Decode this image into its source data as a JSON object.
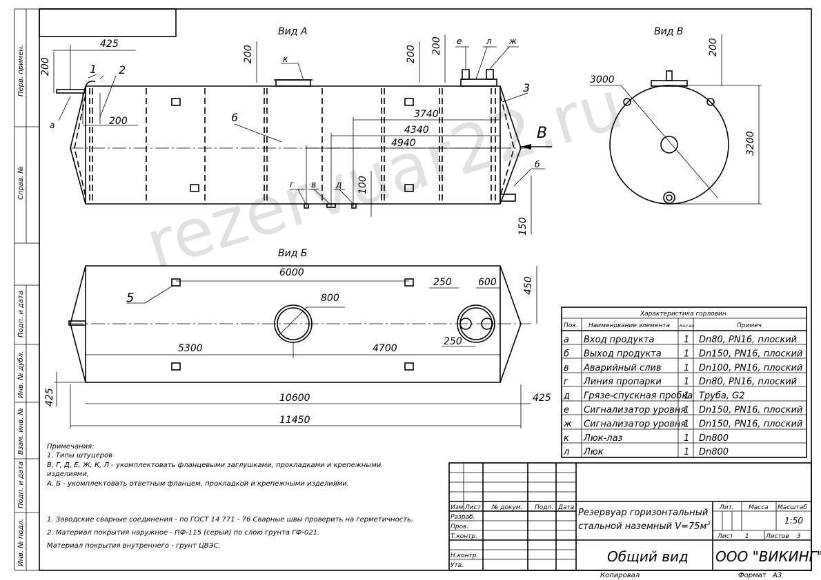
{
  "views": {
    "a": "Вид А",
    "b": "Вид Б",
    "v": "Вид В",
    "arrow_b": "В"
  },
  "dims": {
    "d425_top": "425",
    "d200_a": "200",
    "d200_b": "200",
    "d200_c": "200",
    "d200_d": "200",
    "d200_e": "200",
    "d200_inner": "200",
    "d3740": "3740",
    "d4340": "4340",
    "d4940": "4940",
    "d100": "100",
    "d150": "150",
    "d3000": "3000",
    "d3200": "3200",
    "d6000": "6000",
    "d250_a": "250",
    "d600": "600",
    "d450": "450",
    "d800": "800",
    "d5300": "5300",
    "d4700": "4700",
    "d250_b": "250",
    "d425_l": "425",
    "d425_r": "425",
    "d10600": "10600",
    "d11450": "11450"
  },
  "pos": {
    "p1": "1",
    "p2": "2",
    "p3": "3",
    "p5": "5",
    "p6": "6",
    "pa": "а",
    "pb": "б",
    "pv": "в",
    "pg": "г",
    "pd": "д",
    "pe": "е",
    "pl": "л",
    "pzh": "ж",
    "pk": "к"
  },
  "side_labels": [
    "Перв. примен.",
    "Справ. №",
    "Подп. и дата",
    "Инв. № дубл.",
    "Взам. инв. №",
    "Подп. и дата",
    "Инв. № подл."
  ],
  "table": {
    "title": "Характеристика горловин",
    "headers": [
      "Поз.",
      "Наименование элемента",
      "Кол-во",
      "Примеч"
    ],
    "rows": [
      [
        "а",
        "Вход продукта",
        "1",
        "Dn80, PN16, плоский"
      ],
      [
        "б",
        "Выход продукта",
        "1",
        "Dn150, PN16, плоский"
      ],
      [
        "в",
        "Аварийный слив",
        "1",
        "Dn100, PN16, плоский"
      ],
      [
        "г",
        "Линия пропарки",
        "1",
        "Dn80, PN16, плоский"
      ],
      [
        "д",
        "Грязе-спускная пробка",
        "1",
        "Труба, G2"
      ],
      [
        "е",
        "Сигнализатор уровня",
        "1",
        "Dn150, PN16, плоский"
      ],
      [
        "ж",
        "Сигнализатор уровня",
        "1",
        "Dn150, PN16, плоский"
      ],
      [
        "к",
        "Люк-лаз",
        "1",
        "Dn800"
      ],
      [
        "л",
        "Люк",
        "1",
        "Dn800"
      ]
    ]
  },
  "notes": [
    "Примечания:",
    "1. Типы штуцеров",
    "В, Г, Д, Е, Ж, К, Л - укомплектовать фланцевыми заглушками, прокладками и крепежными",
    "изделиями,",
    "А, Б - укомплектовать ответным фланцем, прокладкой и крепежными изделиями.",
    "1. Заводские сварные соединения - по ГОСТ 14 771 - 76 Сварные швы проверить на герметичность.",
    "2. Материал покрытия наружное - ПФ-115 (серый) по слою грунта ГФ-021.",
    "Материал покрытия внутреннего - грунт ЦВЭС."
  ],
  "stamp": {
    "izm": "Изм",
    "list": "Лист",
    "ndoc": "№ докум.",
    "podp": "Подп.",
    "data": "Дата",
    "razrab": "Разраб.",
    "prov": "Пров.",
    "tkontr": "Т.контр.",
    "nkontr": "Н.контр.",
    "utv": "Утв.",
    "title1": "Резервуар горизонтальный",
    "title2": "стальной наземный V=75м",
    "title_sup": "3",
    "lit": "Лит.",
    "massa": "Масса",
    "masshtab": "Масштаб",
    "scale": "1:50",
    "sheet_label": "Лист",
    "sheet_num": "1",
    "sheets_label": "Листов",
    "sheets_num": "3",
    "doc_title": "Общий вид",
    "company": "ООО \"ВИКИНГ\"",
    "kopiroval": "Копировал",
    "format_label": "Формат",
    "format": "А3"
  },
  "watermark": "rezervuar22.ru"
}
